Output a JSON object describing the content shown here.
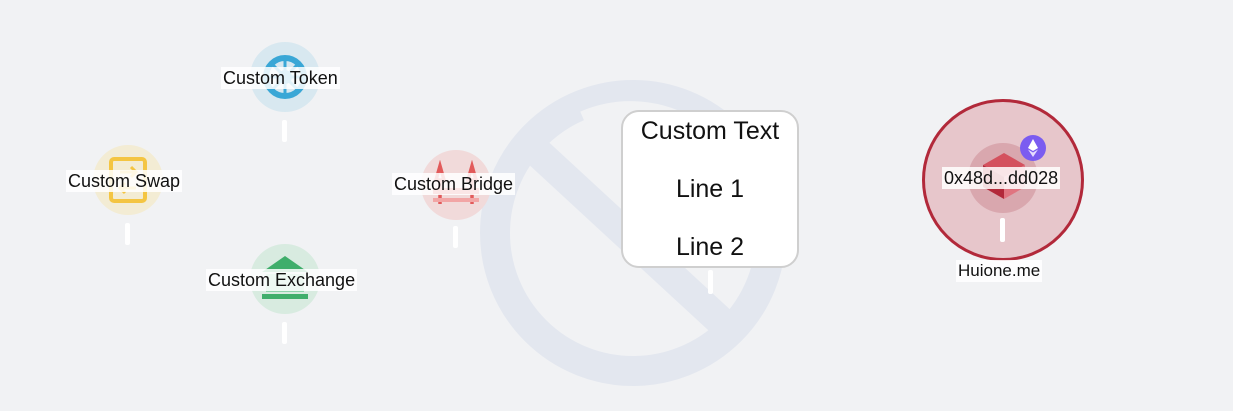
{
  "nodes": {
    "token": {
      "label": "Custom Token"
    },
    "swap": {
      "label": "Custom Swap"
    },
    "exchange": {
      "label": "Custom Exchange"
    },
    "bridge": {
      "label": "Custom Bridge"
    },
    "address": {
      "label": "0x48d...dd028",
      "sublabel": "Huione.me",
      "chain_icon": "ethereum-icon"
    }
  },
  "text_box": {
    "lines": [
      "Custom Text",
      "Line 1",
      "Line 2"
    ]
  },
  "colors": {
    "background": "#f1f2f4",
    "token": "#3aa7d6",
    "swap": "#f4c542",
    "exchange": "#3fae6b",
    "bridge": "#e25a5a",
    "address_ring": "#b2293a",
    "ethereum": "#7b5cf0",
    "watermark": "#e3e7ef"
  }
}
